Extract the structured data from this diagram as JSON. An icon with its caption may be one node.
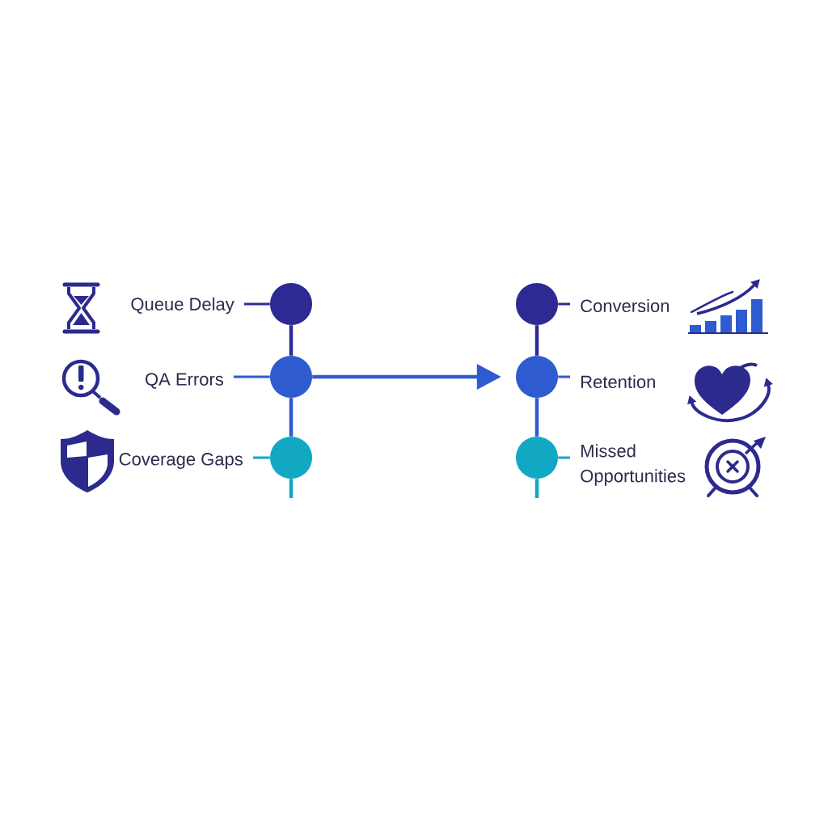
{
  "diagram": {
    "nodes": [
      {
        "text": [
          "Queue Delay"
        ]
      },
      {
        "text": [],
        "shape": "circle"
      },
      {
        "text": [
          "QA Errors"
        ]
      },
      {
        "text": [],
        "shape": "circle"
      },
      {
        "text": [
          "Coverage Gaps"
        ]
      },
      {
        "text": [],
        "shape": "circle"
      },
      {
        "text": [],
        "shape": "circle"
      },
      {
        "text": [
          "Conversion"
        ]
      },
      {
        "text": [],
        "shape": "circle"
      },
      {
        "text": [
          "Retention"
        ]
      },
      {
        "text": [],
        "shape": "circle"
      },
      {
        "text": [
          "Missed Opportunities"
        ]
      }
    ],
    "edges": [
      {
        "from": 0,
        "to": 1,
        "arrow": "none",
        "color": "#2e2a94"
      },
      {
        "from": 2,
        "to": 3,
        "arrow": "none"
      },
      {
        "from": 4,
        "to": 5,
        "arrow": "none",
        "color": "#12a8c4"
      },
      {
        "from": 1,
        "to": 3,
        "arrow": "none",
        "color": "#2e2a94"
      },
      {
        "from": 3,
        "to": 5,
        "arrow": "none"
      },
      {
        "from": 5,
        "to": null,
        "arrow": "none",
        "color": "#12a8c4"
      },
      {
        "from": 3,
        "to": 8,
        "arrow": "to"
      },
      {
        "from": 6,
        "to": 7,
        "arrow": "none",
        "color": "#2e2a94"
      },
      {
        "from": 6,
        "to": 8,
        "arrow": "none",
        "color": "#2e2a94"
      },
      {
        "from": 8,
        "to": 9,
        "arrow": "none"
      },
      {
        "from": 8,
        "to": 10,
        "arrow": "none"
      },
      {
        "from": 10,
        "to": 11,
        "arrow": "none",
        "color": "#12a8c4"
      },
      {
        "from": 10,
        "to": null,
        "arrow": "none",
        "color": "#12a8c4"
      }
    ]
  }
}
